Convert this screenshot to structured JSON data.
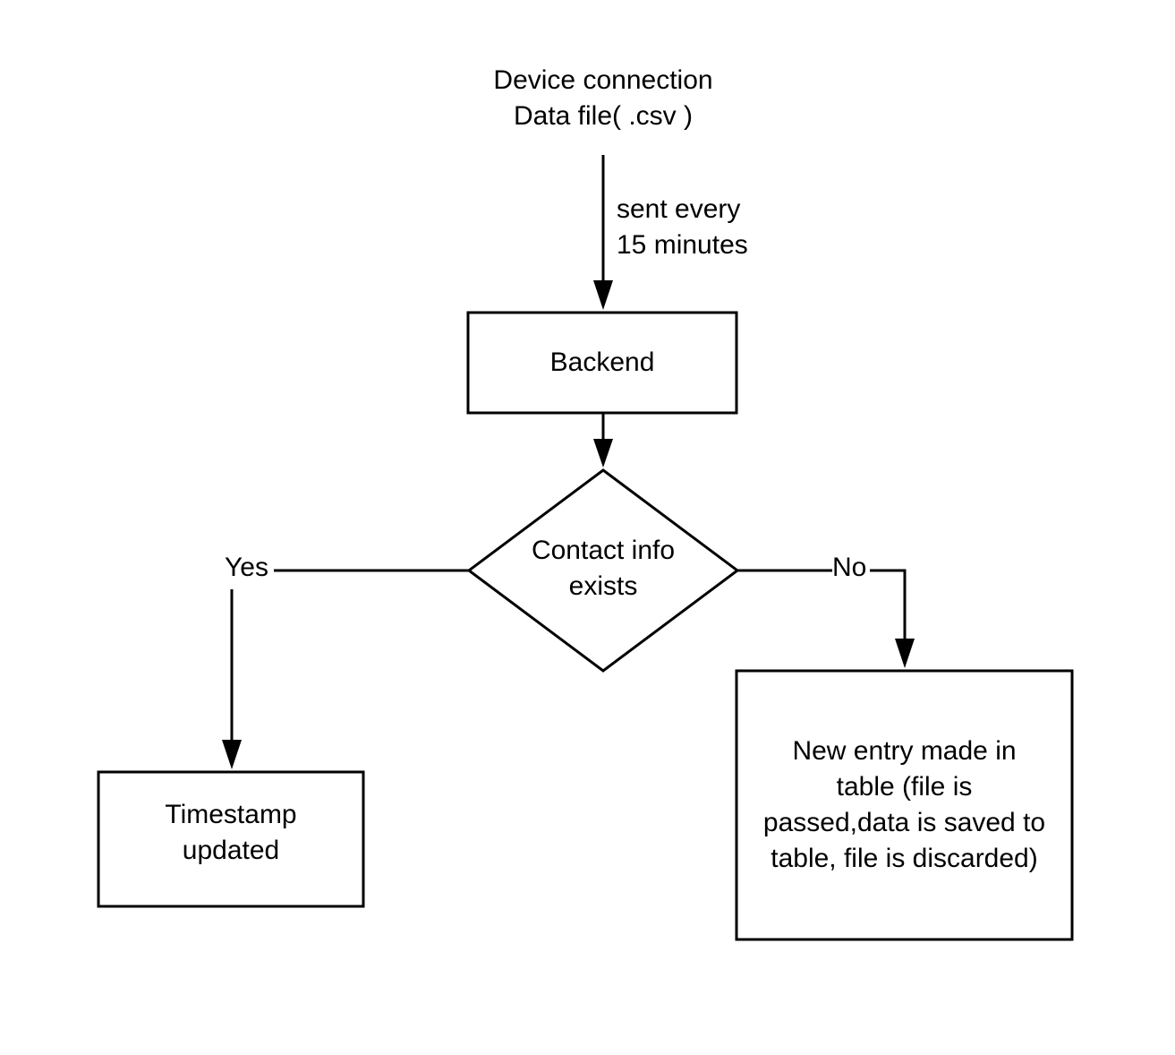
{
  "source": {
    "line1": "Device connection",
    "line2": "Data file( .csv )"
  },
  "edge_source_backend": {
    "line1": "sent every",
    "line2": "15 minutes"
  },
  "backend": {
    "label": "Backend"
  },
  "decision": {
    "line1": "Contact info",
    "line2": "exists"
  },
  "yes_branch": {
    "label": "Yes"
  },
  "no_branch": {
    "label": "No"
  },
  "timestamp": {
    "line1": "Timestamp",
    "line2": "updated"
  },
  "new_entry": {
    "line1": "New entry made in",
    "line2": "table (file is",
    "line3": "passed,data is saved to",
    "line4": "table, file is discarded)"
  },
  "colors": {
    "stroke": "#000000",
    "background": "#ffffff"
  }
}
